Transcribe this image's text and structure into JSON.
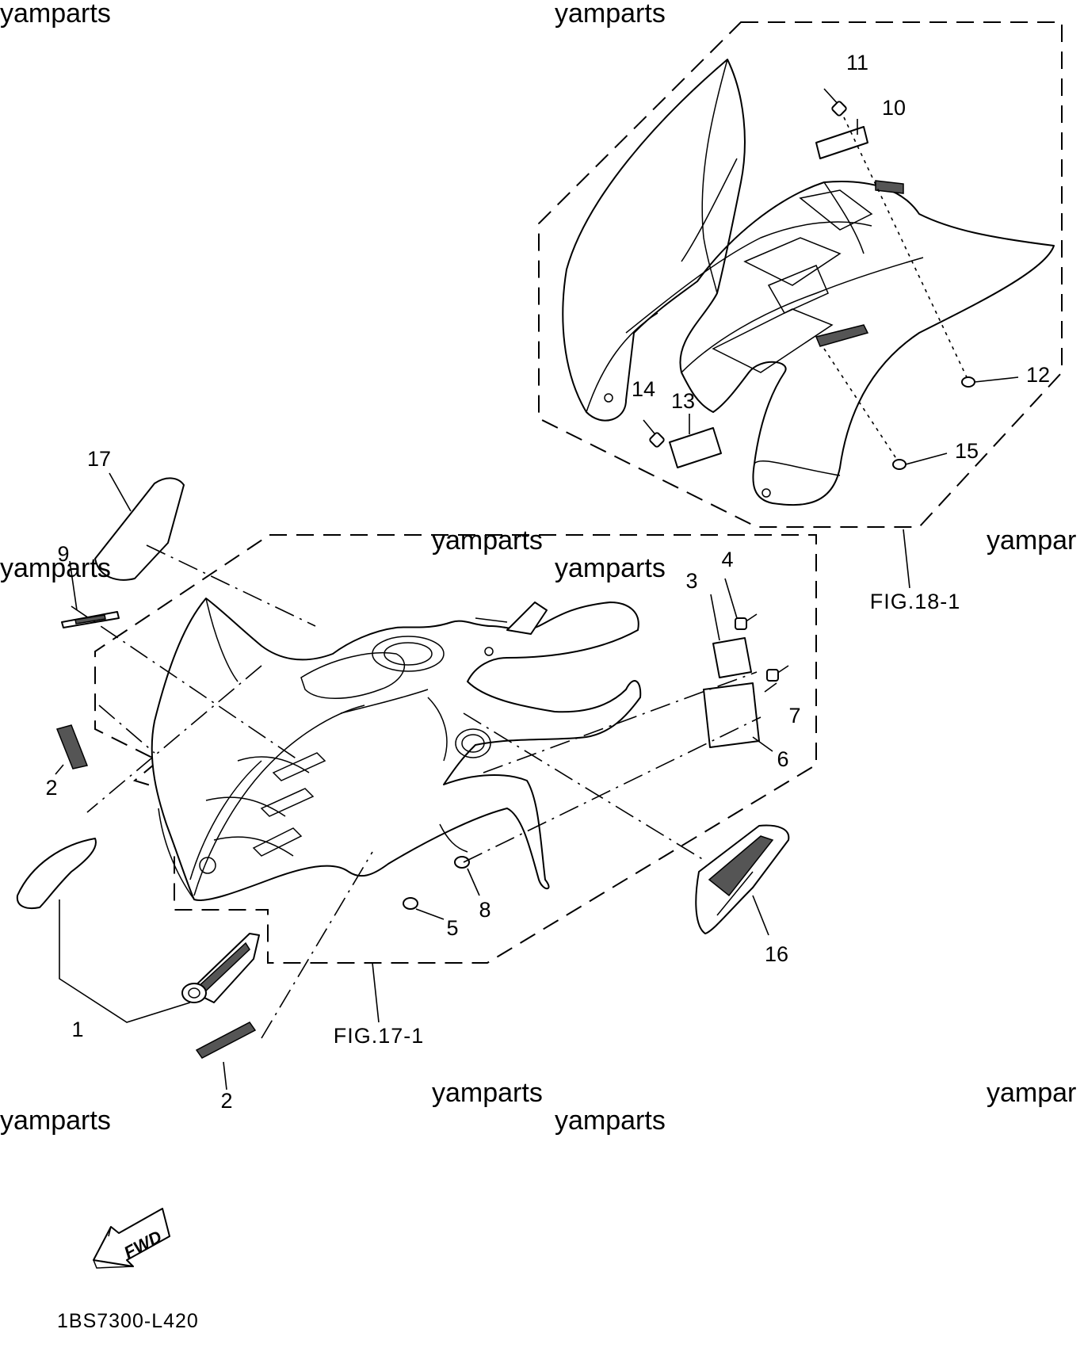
{
  "watermarks": [
    {
      "id": "wm-1",
      "text": "yamparts"
    },
    {
      "id": "wm-2",
      "text": "yamparts"
    },
    {
      "id": "wm-3",
      "text": "yamparts"
    },
    {
      "id": "wm-4",
      "text": "yamparts"
    },
    {
      "id": "wm-5",
      "text": "yampar"
    },
    {
      "id": "wm-6",
      "text": "yamparts"
    },
    {
      "id": "wm-7",
      "text": "yamparts"
    },
    {
      "id": "wm-8",
      "text": "yamparts"
    },
    {
      "id": "wm-9",
      "text": "yampar"
    },
    {
      "id": "wm-10",
      "text": "yamparts"
    }
  ],
  "callouts": {
    "n1": "1",
    "n2a": "2",
    "n2b": "2",
    "n3": "3",
    "n4": "4",
    "n5": "5",
    "n6": "6",
    "n7": "7",
    "n8": "8",
    "n9": "9",
    "n10": "10",
    "n11": "11",
    "n12": "12",
    "n13": "13",
    "n14": "14",
    "n15": "15",
    "n16": "16",
    "n17": "17"
  },
  "figure_refs": {
    "front": "FIG.17-1",
    "rear": "FIG.18-1"
  },
  "direction_arrow": {
    "label": "FWD"
  },
  "diagram_code": "1BS7300-L420"
}
